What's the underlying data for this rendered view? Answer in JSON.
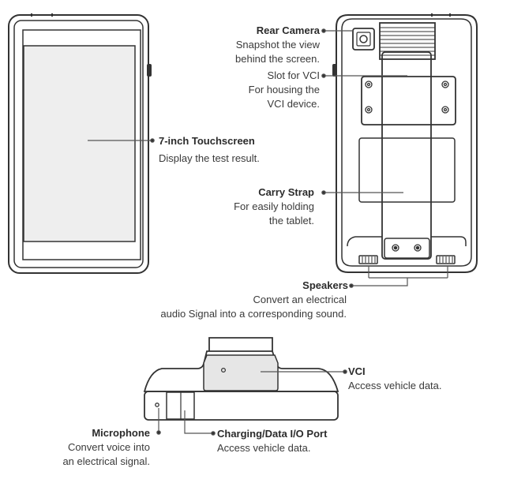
{
  "callouts": {
    "touchscreen": {
      "title": "7-inch Touchscreen",
      "desc": "Display the test result."
    },
    "rear_camera": {
      "title": "Rear Camera",
      "desc1": "Snapshot the view",
      "desc2": "behind the screen."
    },
    "vci_slot": {
      "title": "Slot for VCI",
      "desc1": "For housing the",
      "desc2": "VCI device."
    },
    "carry_strap": {
      "title": "Carry Strap",
      "desc1": "For easily holding",
      "desc2": "the tablet."
    },
    "speakers": {
      "title": "Speakers",
      "desc1": "Convert an electrical",
      "desc2": "audio Signal into a corresponding sound."
    },
    "vci": {
      "title": "VCI",
      "desc": "Access vehicle data."
    },
    "microphone": {
      "title": "Microphone",
      "desc1": "Convert voice into",
      "desc2": "an electrical signal."
    },
    "charging_port": {
      "title": "Charging/Data I/O Port",
      "desc": "Access vehicle data."
    }
  },
  "colors": {
    "outline": "#333333",
    "leader": "#555555",
    "screen_fill": "#eeeeee",
    "vci_fill": "#e6e6e6"
  }
}
